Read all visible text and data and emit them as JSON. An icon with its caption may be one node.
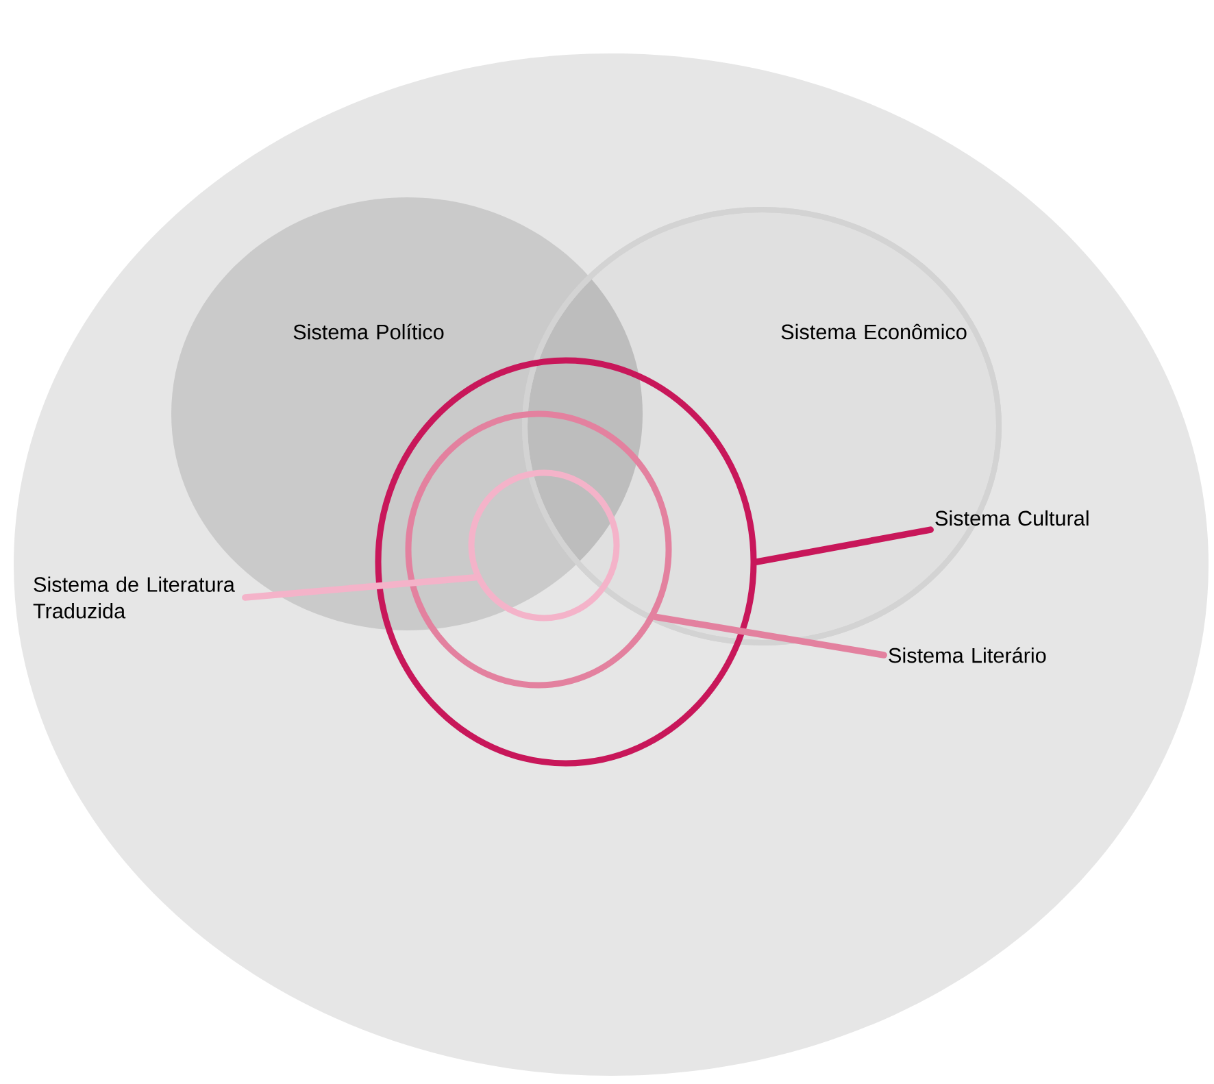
{
  "diagram": {
    "nodes": [
      {
        "text": [],
        "shape": "circle"
      },
      {
        "text": [
          "Sistema Político"
        ],
        "in": 0
      },
      {
        "text": [
          "Sistema Econômico"
        ],
        "in": 0
      },
      {
        "text": [],
        "shape": "circle",
        "in": 0
      },
      {
        "text": [],
        "shape": "circle",
        "in": 3
      },
      {
        "text": [],
        "shape": "circle"
      },
      {
        "text": [
          "Sistema Cultural"
        ],
        "in": 0
      },
      {
        "text": [
          "Sistema de Literatura Traduzida"
        ],
        "in": 0
      },
      {
        "text": [
          "Sistema Literário"
        ],
        "in": 0
      }
    ],
    "edges": [
      {
        "from": 6,
        "to": 3,
        "arrow": "none",
        "color": "#c8175a"
      },
      {
        "from": 7,
        "to": 5,
        "arrow": "none",
        "color": "#f4b3c9"
      },
      {
        "from": 8,
        "to": 4,
        "arrow": "none",
        "color": "#e3819f"
      }
    ]
  }
}
